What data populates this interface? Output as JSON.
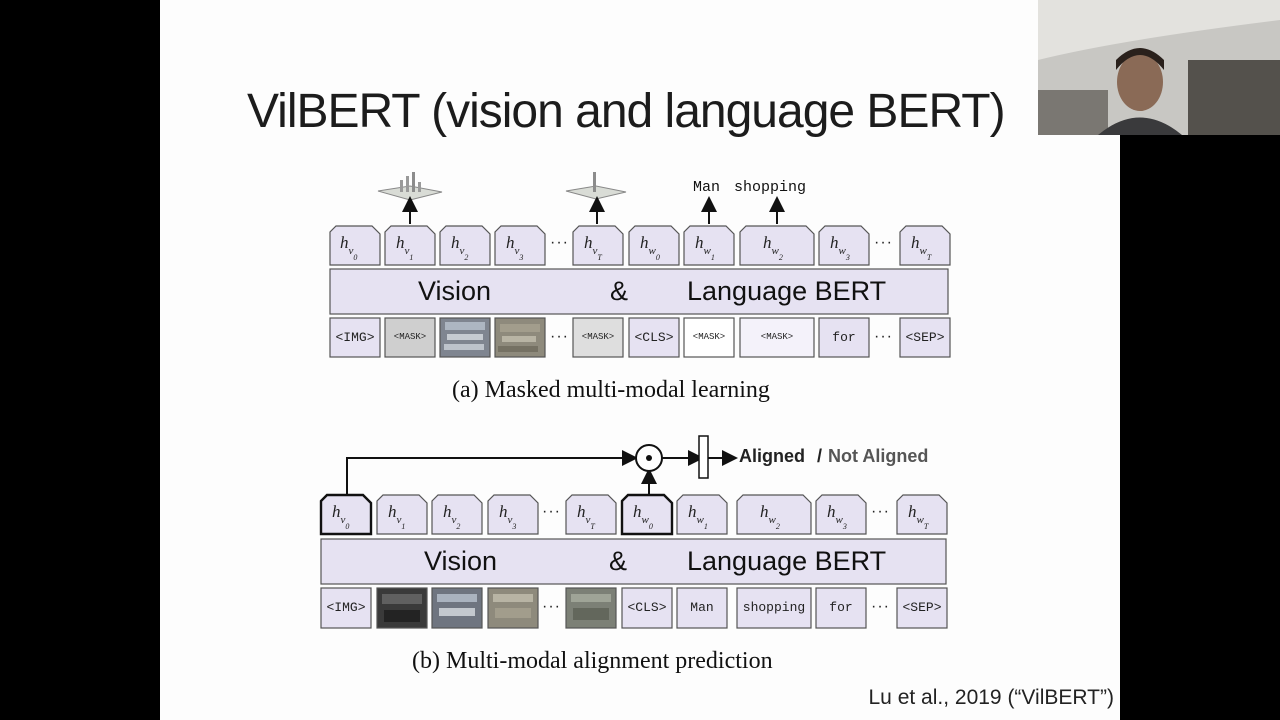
{
  "slide": {
    "title": "VilBERT (vision and language BERT)",
    "citation": "Lu et al., 2019 (“VilBERT”)"
  },
  "figure_a": {
    "model_label_vision": "Vision",
    "model_label_amp": "&",
    "model_label_language": "Language BERT",
    "caption": "(a) Masked multi-modal learning",
    "predicted_words": [
      "Man",
      "shopping"
    ],
    "input_tokens": [
      "<IMG>",
      "<MASK>",
      "",
      "",
      "<MASK>",
      "<CLS>",
      "<MASK>",
      "<MASK>",
      "for",
      "<SEP>"
    ]
  },
  "figure_b": {
    "model_label_vision": "Vision",
    "model_label_amp": "&",
    "model_label_language": "Language BERT",
    "caption": "(b) Multi-modal alignment prediction",
    "output_aligned": "Aligned",
    "output_sep": "/",
    "output_not_aligned": "Not Aligned",
    "input_tokens": [
      "<IMG>",
      "",
      "",
      "",
      "",
      "<CLS>",
      "Man",
      "shopping",
      "for",
      "<SEP>"
    ]
  },
  "colors": {
    "box_fill": "#e6e2f2",
    "box_stroke": "#555555",
    "slide_bg": "#fdfdfd",
    "aligned_text": "#222222",
    "not_aligned_text": "#555555"
  }
}
